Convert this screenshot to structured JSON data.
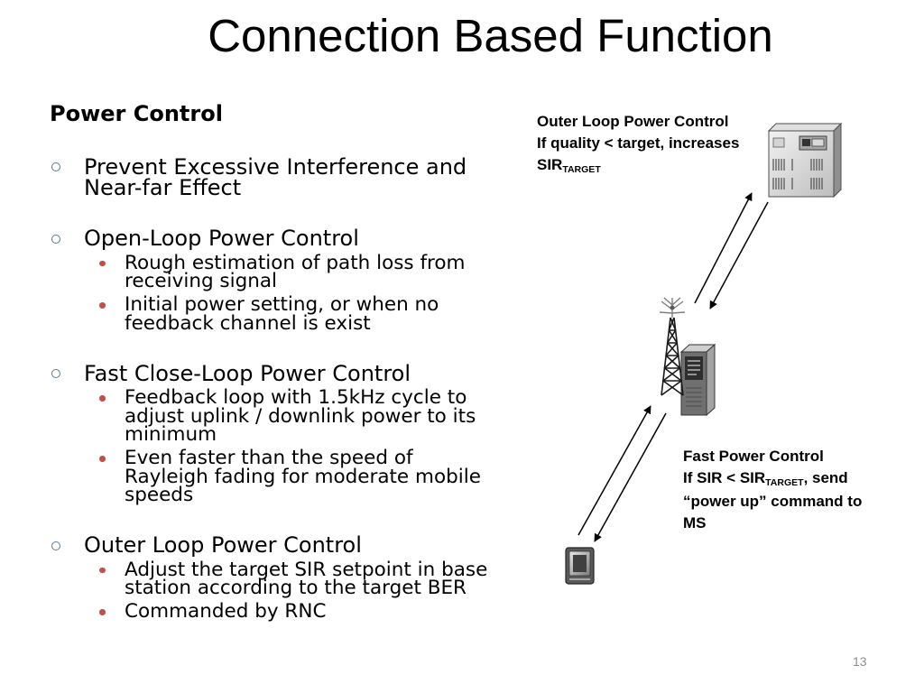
{
  "slide": {
    "title": "Connection Based Function",
    "page_number": "13"
  },
  "content": {
    "heading": "Power Control",
    "items": [
      {
        "lines": [
          "Prevent Excessive Interference and",
          "Near-far Effect"
        ]
      },
      {
        "lines": [
          "Open-Loop Power Control"
        ],
        "sub": [
          {
            "lines": [
              "Rough estimation of path loss from",
              "receiving signal"
            ]
          },
          {
            "lines": [
              "Initial power setting, or when no",
              "feedback channel is exist"
            ]
          }
        ]
      },
      {
        "lines": [
          "Fast Close-Loop Power Control"
        ],
        "sub": [
          {
            "lines": [
              "Feedback loop with 1.5kHz cycle to",
              "adjust uplink / downlink power to its",
              "minimum"
            ]
          },
          {
            "lines": [
              "Even faster than the speed of",
              "Rayleigh fading for moderate mobile",
              "speeds"
            ]
          }
        ]
      },
      {
        "lines": [
          "Outer Loop Power Control"
        ],
        "sub": [
          {
            "lines": [
              "Adjust the target SIR setpoint in base",
              "station according to the target BER"
            ]
          },
          {
            "lines": [
              "Commanded by RNC"
            ]
          }
        ]
      }
    ]
  },
  "diagram": {
    "outer_loop_note": {
      "title": "Outer Loop Power Control",
      "condition": "If quality < target, increases",
      "target_main": "SIR",
      "target_sub": "TARGET"
    },
    "fast_note": {
      "title": "Fast Power Control",
      "condition_prefix": "If SIR < SIR",
      "condition_sub": "TARGET",
      "condition_suffix": ", send",
      "line3": "“power up” command to",
      "line4": "MS"
    },
    "icons": {
      "rnc": "server-icon",
      "base_station": "base-station-icon",
      "mobile": "mobile-phone-icon"
    }
  },
  "colors": {
    "main_bullet": "#5b7a99",
    "sub_bullet": "#c0504d",
    "page_number": "#8c8c8c"
  }
}
